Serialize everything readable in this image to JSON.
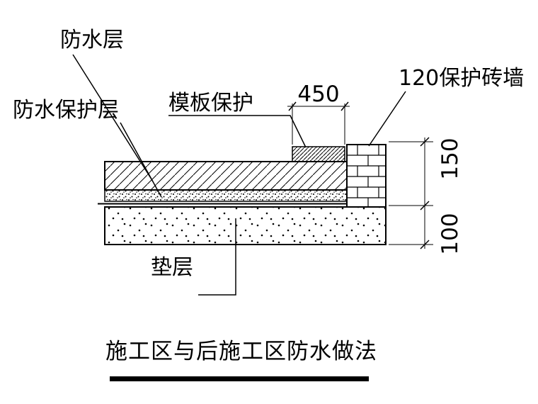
{
  "title": {
    "text": "施工区与后施工区防水做法"
  },
  "labels": {
    "waterproof_layer": "防水层",
    "waterproof_protection_layer": "防水保护层",
    "formwork_protection": "模板保护",
    "protection_brick_wall": "120保护砖墙",
    "cushion_layer": "垫层"
  },
  "dimensions": {
    "top_width": "450",
    "right_upper": "150",
    "right_lower": "100"
  },
  "colors": {
    "line": "#000000",
    "background": "#ffffff"
  }
}
